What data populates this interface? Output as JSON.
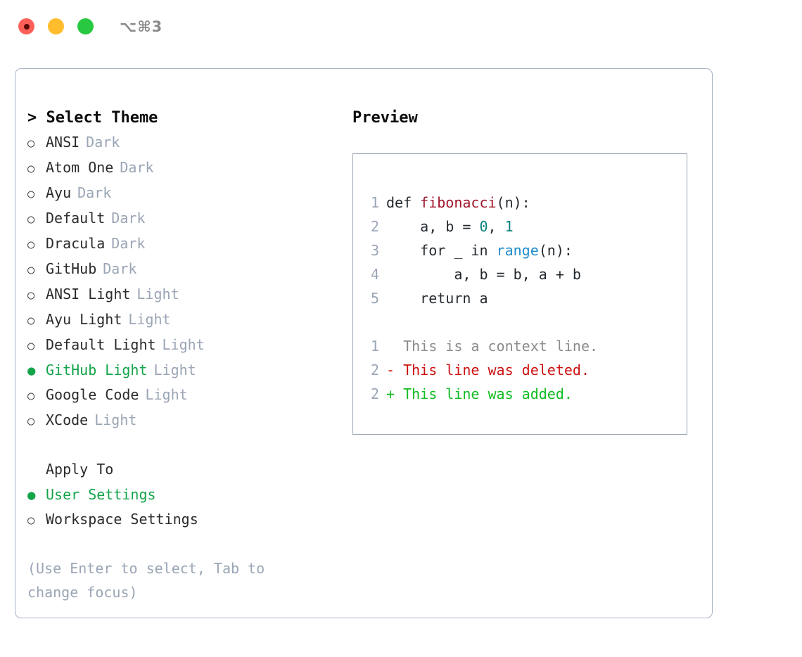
{
  "window": {
    "shortcut": "⌥⌘3",
    "traffic_lights": [
      {
        "name": "close",
        "color": "#ff5f57"
      },
      {
        "name": "minimize",
        "color": "#ffbd2e"
      },
      {
        "name": "maximize",
        "color": "#28c840"
      }
    ]
  },
  "theme_panel": {
    "title": "> Select Theme",
    "options": [
      {
        "bullet": "○",
        "label": "ANSI",
        "tag": "Dark",
        "selected": false
      },
      {
        "bullet": "○",
        "label": "Atom One",
        "tag": "Dark",
        "selected": false
      },
      {
        "bullet": "○",
        "label": "Ayu",
        "tag": "Dark",
        "selected": false
      },
      {
        "bullet": "○",
        "label": "Default",
        "tag": "Dark",
        "selected": false
      },
      {
        "bullet": "○",
        "label": "Dracula",
        "tag": "Dark",
        "selected": false
      },
      {
        "bullet": "○",
        "label": "GitHub",
        "tag": "Dark",
        "selected": false
      },
      {
        "bullet": "○",
        "label": "ANSI Light",
        "tag": "Light",
        "selected": false
      },
      {
        "bullet": "○",
        "label": "Ayu Light",
        "tag": "Light",
        "selected": false
      },
      {
        "bullet": "○",
        "label": "Default Light",
        "tag": "Light",
        "selected": false
      },
      {
        "bullet": "●",
        "label": "GitHub Light",
        "tag": "Light",
        "selected": true
      },
      {
        "bullet": "○",
        "label": "Google Code",
        "tag": "Light",
        "selected": false
      },
      {
        "bullet": "○",
        "label": "XCode",
        "tag": "Light",
        "selected": false
      }
    ]
  },
  "apply_to": {
    "title": "Apply To",
    "options": [
      {
        "bullet": "●",
        "label": "User Settings",
        "selected": true
      },
      {
        "bullet": "○",
        "label": "Workspace Settings",
        "selected": false
      }
    ]
  },
  "hint": "(Use Enter to select, Tab to change focus)",
  "preview": {
    "title": "Preview",
    "code_lines": [
      {
        "num": "1",
        "tokens": [
          {
            "text": "def ",
            "style": "plain"
          },
          {
            "text": "fibonacci",
            "style": "fn"
          },
          {
            "text": "(n):",
            "style": "plain"
          }
        ]
      },
      {
        "num": "2",
        "tokens": [
          {
            "text": "    a, b = ",
            "style": "plain"
          },
          {
            "text": "0",
            "style": "num"
          },
          {
            "text": ", ",
            "style": "plain"
          },
          {
            "text": "1",
            "style": "num"
          }
        ]
      },
      {
        "num": "3",
        "tokens": [
          {
            "text": "    for _ in ",
            "style": "plain"
          },
          {
            "text": "range",
            "style": "call"
          },
          {
            "text": "(n):",
            "style": "plain"
          }
        ]
      },
      {
        "num": "4",
        "tokens": [
          {
            "text": "        a, b = b, a + b",
            "style": "plain"
          }
        ]
      },
      {
        "num": "5",
        "tokens": [
          {
            "text": "    return a",
            "style": "plain"
          }
        ]
      }
    ],
    "diff_lines": [
      {
        "num": "1",
        "marker": "  ",
        "text": "This is a context line.",
        "style": "ctx"
      },
      {
        "num": "2",
        "marker": "- ",
        "text": "This line was deleted.",
        "style": "del"
      },
      {
        "num": "2",
        "marker": "+ ",
        "text": "This line was added.",
        "style": "add"
      }
    ]
  },
  "colors": {
    "accent_green": "#14a44a",
    "muted": "#9aa5b5",
    "border": "#a9b3c2",
    "preview_border": "#9aa5b1",
    "fn_red": "#a1142a",
    "num_teal": "#067f7b",
    "call_blue": "#1f8ccc",
    "diff_del": "#cc1111",
    "diff_add": "#11bb22"
  }
}
